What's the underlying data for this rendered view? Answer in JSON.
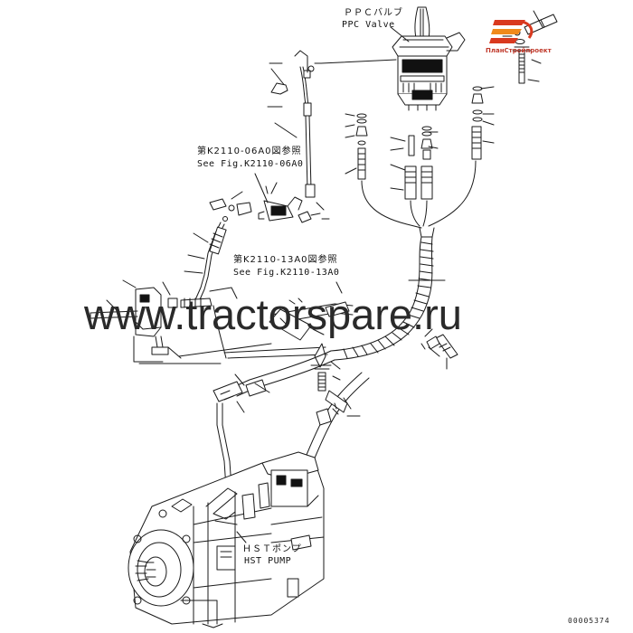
{
  "labels": {
    "ppc_valve_jp": "ＰＰＣバルブ",
    "ppc_valve_en": "PPC Valve",
    "ref1_jp": "第K2110-06A0図参照",
    "ref1_en": "See Fig.K2110-06A0",
    "ref2_jp": "第K2110-13A0図参照",
    "ref2_en": "See Fig.K2110-13A0",
    "hst_pump_jp": "ＨＳＴポンプ",
    "hst_pump_en": "HST PUMP"
  },
  "watermark": "www.tractorspare.ru",
  "brand_text": "ПланСтройпроект",
  "doc_number": "00005374",
  "colors": {
    "line": "#1a1a1a",
    "brand_red": "#d9391f",
    "brand_orange": "#f08a1c"
  }
}
